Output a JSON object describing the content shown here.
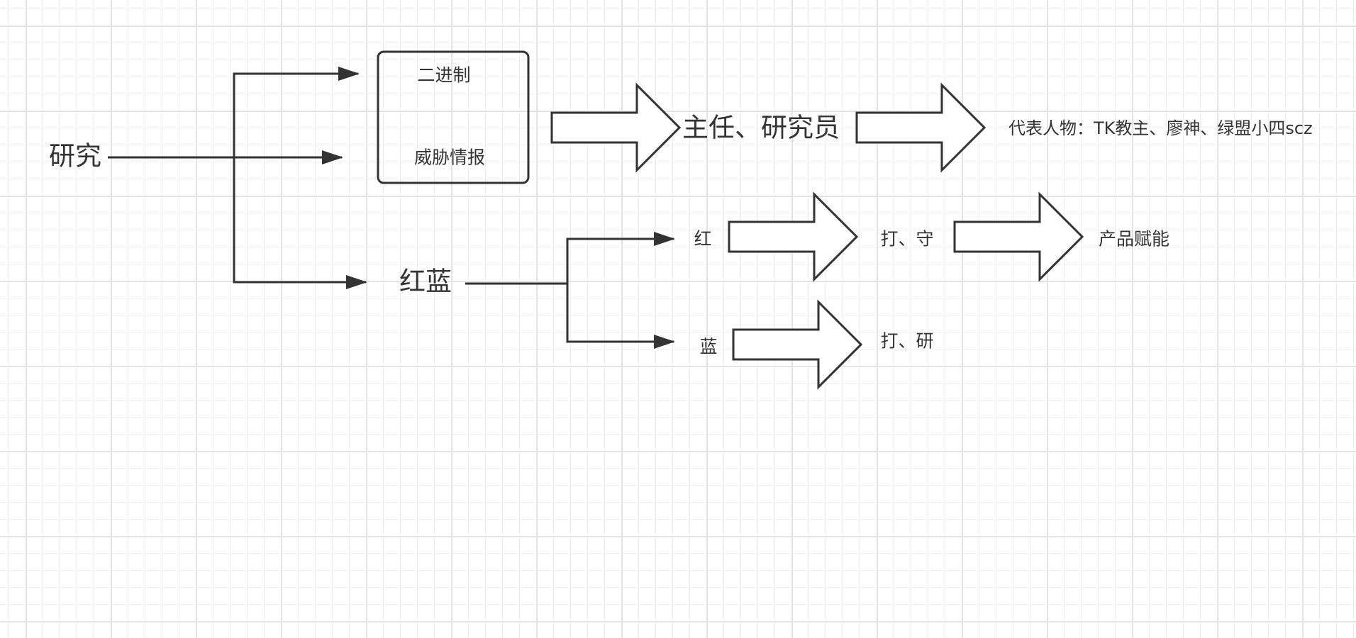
{
  "nodes": {
    "research": "研究",
    "binary": "二进制",
    "threat_intel": "威胁情报",
    "red_blue": "红蓝",
    "director_researcher": "主任、研究员",
    "representatives": "代表人物：TK教主、廖神、绿盟小四scz",
    "red": "红",
    "blue": "蓝",
    "attack_defend": "打、守",
    "attack_research": "打、研",
    "product_empower": "产品赋能"
  },
  "colors": {
    "stroke": "#333333",
    "grid_major": "#e4e4e4",
    "grid_minor": "#f1f1f1",
    "background": "#ffffff"
  }
}
